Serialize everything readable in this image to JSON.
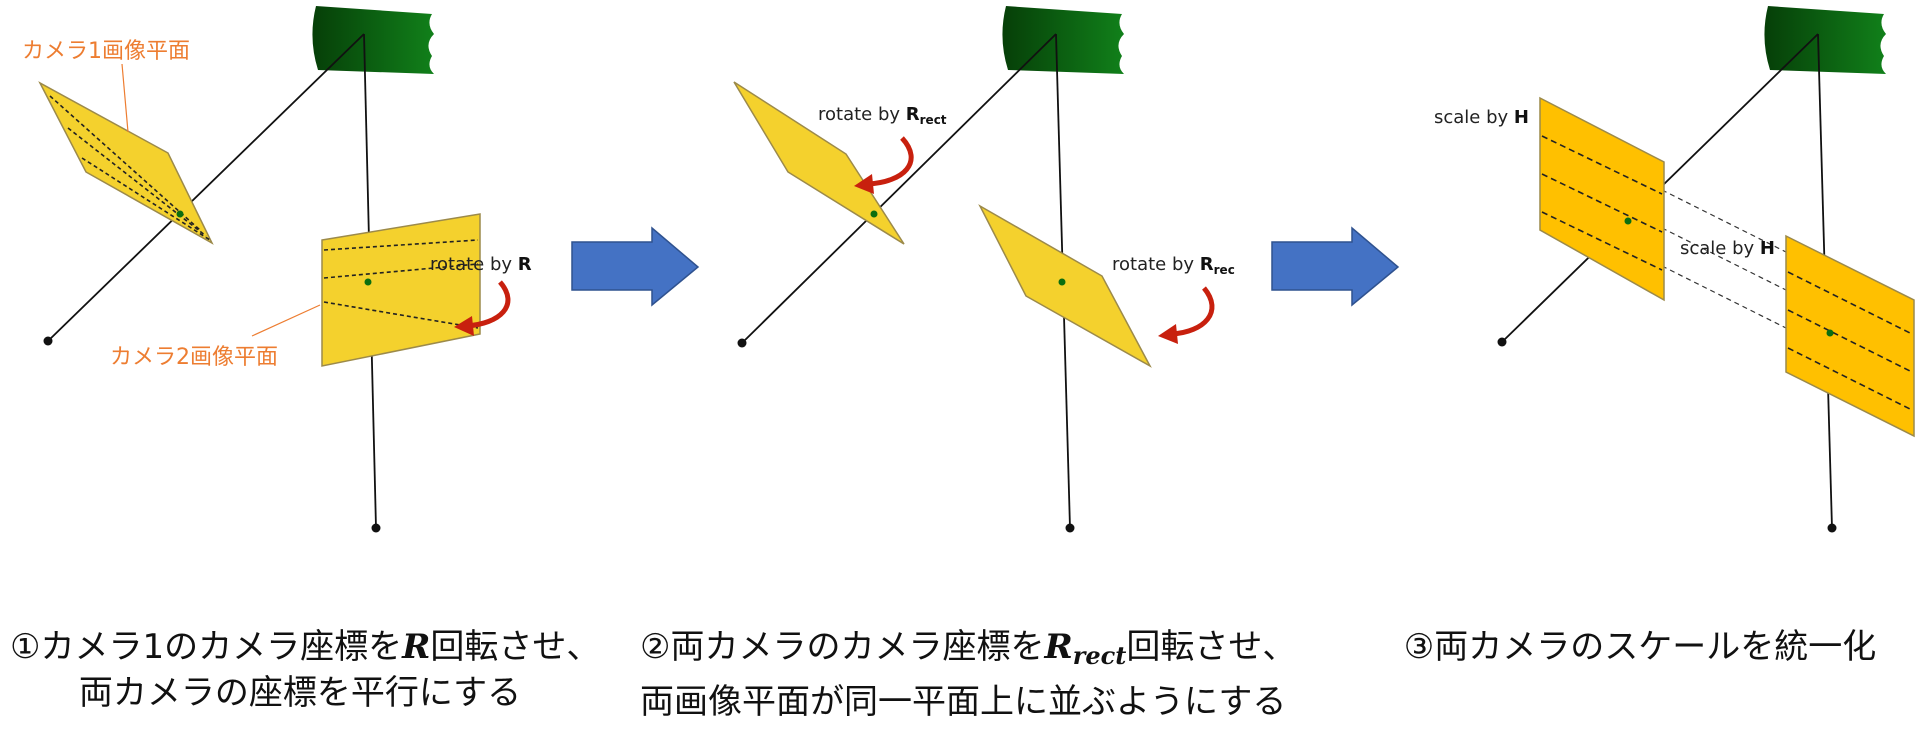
{
  "colors": {
    "plane_light": "#F4D12D",
    "plane_deep": "#FFC000",
    "plane_stroke": "#9C8A4A",
    "camera_green": "#0B6E0F",
    "camera_dark": "#063F08",
    "arrow_blue": "#4472C4",
    "rotate_arrow": "#C8200E",
    "label_orange": "#ED7D31"
  },
  "panel1": {
    "label_cam1": "カメラ1画像平面",
    "label_cam2": "カメラ2画像平面",
    "rotate_text": "rotate by ",
    "rotate_symbol": "R"
  },
  "panel2": {
    "rotate1_text": "rotate by ",
    "rotate1_symbol": "R",
    "rotate1_sub": "rect",
    "rotate2_text": "rotate by ",
    "rotate2_symbol": "R",
    "rotate2_sub": "rec"
  },
  "panel3": {
    "scale1_text": "scale by ",
    "scale1_symbol": "H",
    "scale2_text": "scale by ",
    "scale2_symbol": "H"
  },
  "captions": {
    "c1_line1_pre": "①カメラ1のカメラ座標を",
    "c1_symbol": "R",
    "c1_line1_post": "回転させ、",
    "c1_line2": "両カメラの座標を平行にする",
    "c2_line1_pre": "②両カメラのカメラ座標を",
    "c2_symbol": "R",
    "c2_sub": "rect",
    "c2_line1_post": "回転させ、",
    "c2_line2": "両画像平面が同一平面上に並ぶようにする",
    "c3_line1": "③両カメラのスケールを統一化"
  }
}
